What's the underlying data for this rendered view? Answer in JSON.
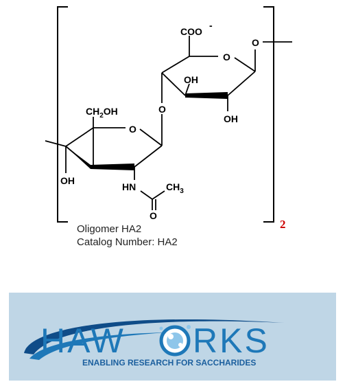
{
  "structure": {
    "atoms": {
      "carboxylate": "COO",
      "carboxylate_charge": "-",
      "ring_oxygen_upper": "O",
      "ring_oxygen_lower": "O",
      "glycosidic_oxygen_right": "O",
      "glycosidic_oxygen_mid": "O",
      "hydroxyl_upper_a": "OH",
      "hydroxyl_upper_b": "OH",
      "hydroxymethyl_ch2": "CH",
      "hydroxymethyl_sub": "2",
      "hydroxymethyl_oh": "OH",
      "hydroxyl_lower": "OH",
      "amide_nh": "HN",
      "carbonyl_o": "O",
      "methyl_ch": "CH",
      "methyl_sub": "3"
    },
    "repeat_subscript": "2",
    "colors": {
      "bonds": "#000000",
      "repeat_subscript": "#cc0000"
    }
  },
  "caption": {
    "name": "Oligomer HA2",
    "catalog": "Catalog Number: HA2"
  },
  "banner": {
    "brand_left": "HAW",
    "brand_right": "RKS",
    "tagline": "ENABLING RESEARCH FOR SACCHARIDES",
    "colors": {
      "background": "#bfd6e6",
      "brand": "#1e78b8",
      "swoosh": "#0f4c88",
      "tagline": "#1b5f9e"
    }
  }
}
